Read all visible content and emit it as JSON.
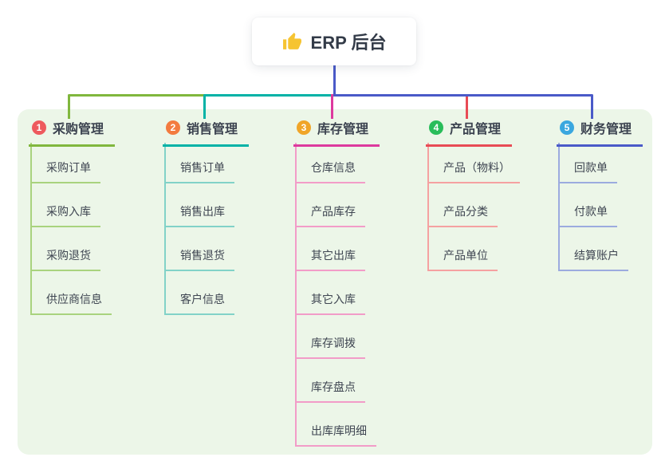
{
  "root": {
    "label": "ERP 后台",
    "icon": "thumbs-up-icon"
  },
  "branches": [
    {
      "index": "1",
      "label": "采购管理",
      "badge_color": "#ee5a5e",
      "line_color": "#80b73d",
      "child_line_color": "#a9d37e",
      "children": [
        "采购订单",
        "采购入库",
        "采购退货",
        "供应商信息"
      ]
    },
    {
      "index": "2",
      "label": "销售管理",
      "badge_color": "#f37b3f",
      "line_color": "#00b2a6",
      "child_line_color": "#82d2c8",
      "children": [
        "销售订单",
        "销售出库",
        "销售退货",
        "客户信息"
      ]
    },
    {
      "index": "3",
      "label": "库存管理",
      "badge_color": "#f0a528",
      "line_color": "#dd3a9e",
      "child_line_color": "#f29cc8",
      "children": [
        "仓库信息",
        "产品库存",
        "其它出库",
        "其它入库",
        "库存调拨",
        "库存盘点",
        "出库库明细"
      ]
    },
    {
      "index": "4",
      "label": "产品管理",
      "badge_color": "#29bd5a",
      "line_color": "#e84b55",
      "child_line_color": "#f5a1a1",
      "children": [
        "产品（物料）",
        "产品分类",
        "产品单位"
      ]
    },
    {
      "index": "5",
      "label": "财务管理",
      "badge_color": "#3aa7df",
      "line_color": "#4a5ac8",
      "child_line_color": "#9cabdf",
      "children": [
        "回款单",
        "付款单",
        "结算账户"
      ]
    }
  ],
  "colors": {
    "root_line": "#4a5ac8",
    "canvas_bg": "#ecf6e8",
    "thumb": "#f6c431"
  }
}
